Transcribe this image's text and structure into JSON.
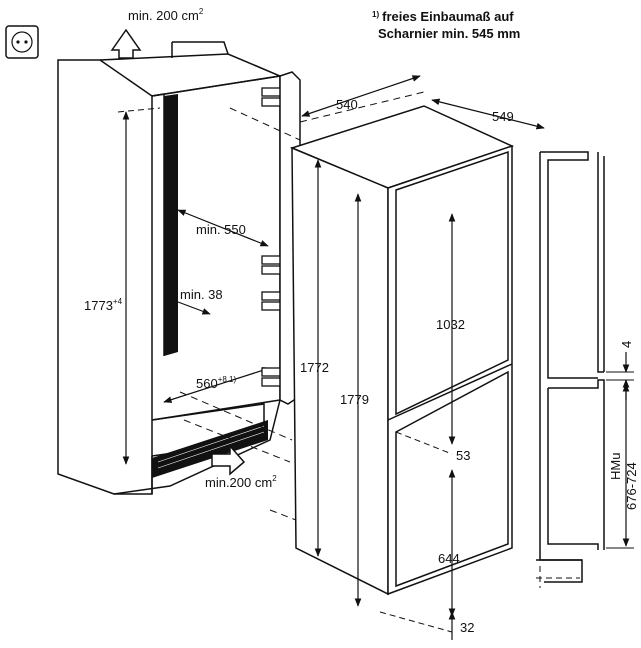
{
  "top_airflow": {
    "text": "min. 200 cm",
    "sup": "2"
  },
  "bottom_airflow": {
    "text": "min.200 cm",
    "sup": "2"
  },
  "footnote": {
    "mark": "1)",
    "line1": "freies Einbaumaß auf",
    "line2": "Scharnier min. 545 mm"
  },
  "dimensions": {
    "niche_height": {
      "value": "1773",
      "sup": "+4"
    },
    "niche_depth": "min. 550",
    "side_gap": "min. 38",
    "niche_width": {
      "value": "560",
      "sup": "+8 1)"
    },
    "depth_540": "540",
    "depth_549": "549",
    "height_1772": "1772",
    "height_1779": "1779",
    "upper_door": "1032",
    "gap_53": "53",
    "lower_door": "644",
    "bottom_32": "32",
    "gap_4": "4",
    "hmu_label": "HMu",
    "hmu_range": "676-724"
  },
  "icons": {
    "outlet": "power-outlet-icon",
    "air_out": "up-arrow-icon",
    "air_in": "right-arrow-icon"
  }
}
